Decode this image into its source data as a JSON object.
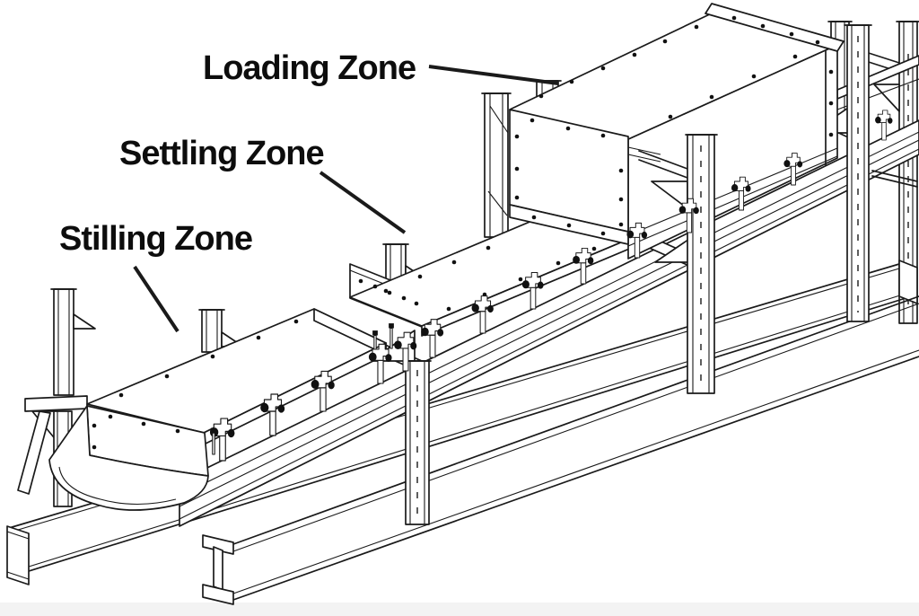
{
  "labels": {
    "loading_zone": "Loading Zone",
    "settling_zone": "Settling Zone",
    "stilling_zone": "Stilling Zone"
  },
  "colors": {
    "ink": "#1a1a1a",
    "paper": "#ffffff",
    "hardware_black": "#111111",
    "ground_strip": "#f3f3f3"
  }
}
